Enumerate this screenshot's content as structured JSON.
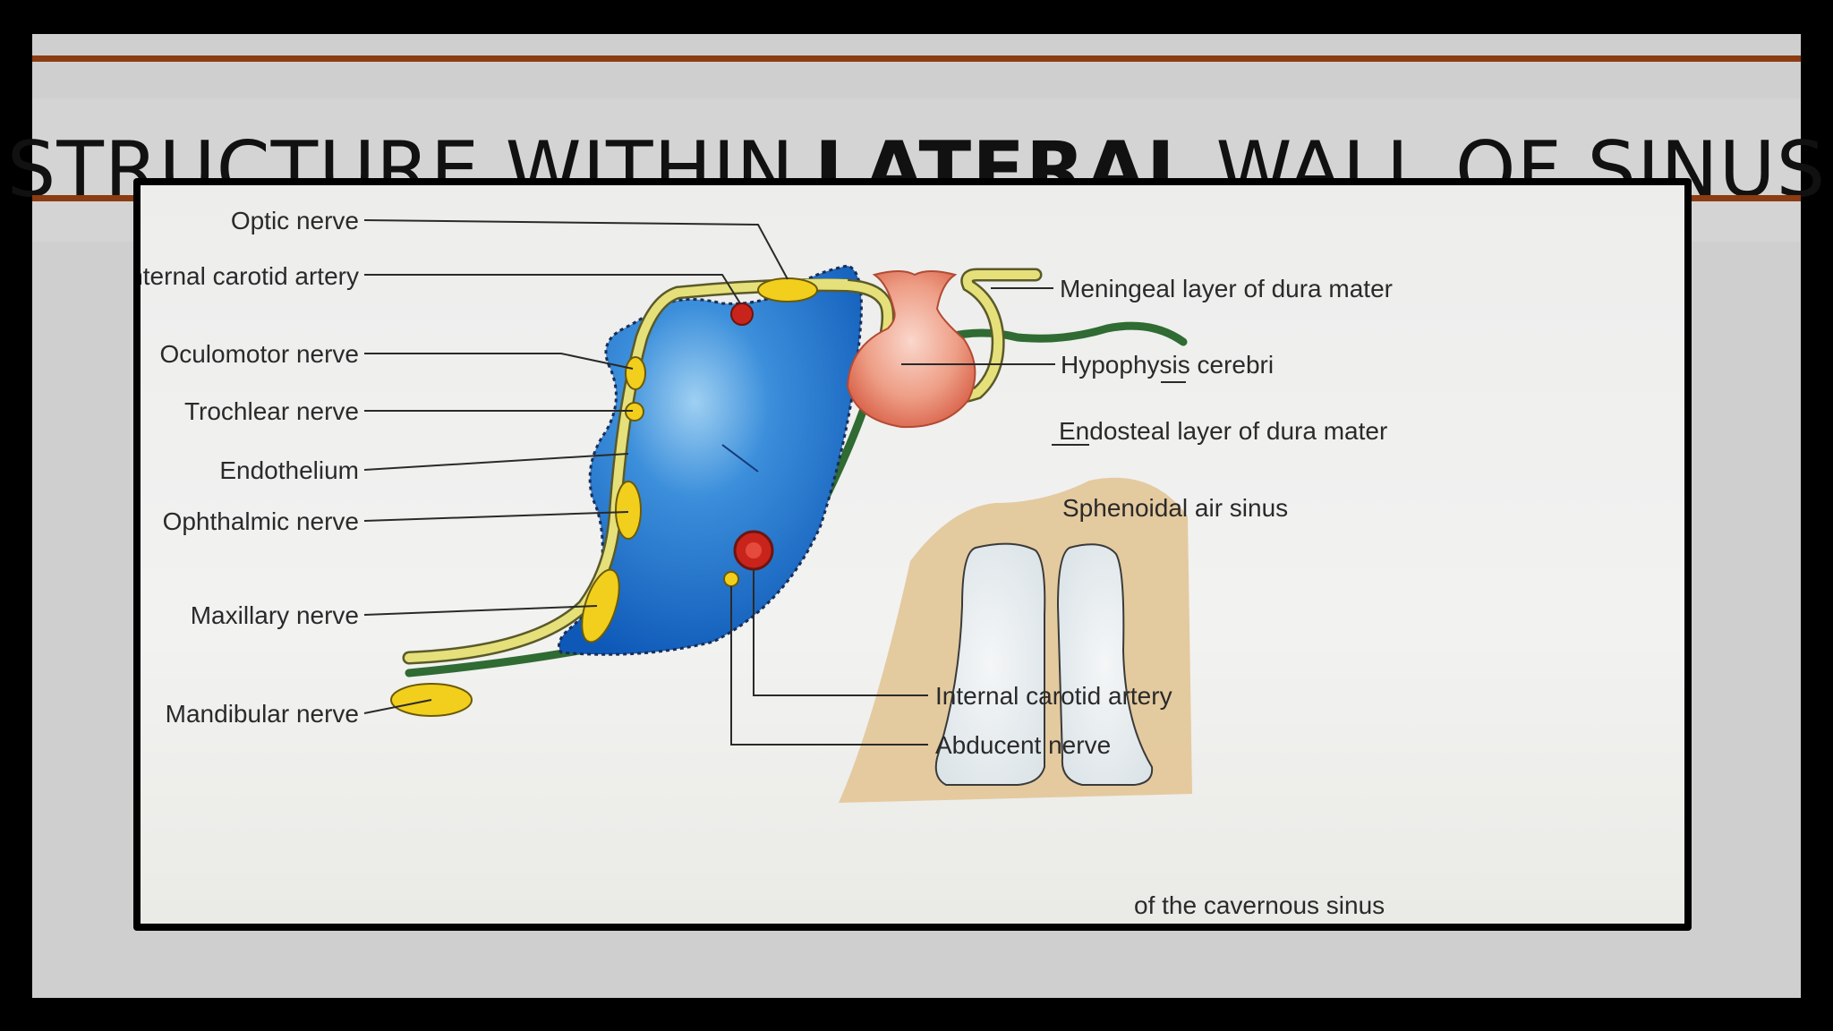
{
  "slide": {
    "title_before": "STRUCTURE WITHIN",
    "title_bold": "LATERAL",
    "title_after": "WALL OF SINUS"
  },
  "diagram": {
    "left_labels": {
      "optic_nerve": "Optic nerve",
      "internal_carotid_artery": "Internal carotid artery",
      "oculomotor_nerve": "Oculomotor nerve",
      "trochlear_nerve": "Trochlear nerve",
      "endothelium": "Endothelium",
      "ophthalmic_nerve": "Ophthalmic nerve",
      "maxillary_nerve": "Maxillary nerve",
      "mandibular_nerve": "Mandibular nerve"
    },
    "right_labels": {
      "meningeal_layer": "Meningeal layer of dura mater",
      "hypophysis_cerebri": "Hypophysis cerebri",
      "endosteal_layer": "Endosteal layer of dura mater",
      "sphenoidal_air_sinus": "Sphenoidal air sinus"
    },
    "bottom_labels": {
      "internal_carotid_artery": "Internal carotid artery",
      "abducent_nerve": "Abducent nerve",
      "caption_fragment": "of the cavernous sinus"
    },
    "colors": {
      "meningeal_layer": "#e6e07a",
      "endosteal_layer": "#2f6b32",
      "venous_sinus": "#1a6fc9",
      "nerve": "#f1cf1c",
      "artery": "#c8241c",
      "hypophysis": "#e89a82",
      "bone": "#e2c391",
      "air_sinus": "#e8ecef",
      "title_rule": "#8b3c12"
    }
  }
}
